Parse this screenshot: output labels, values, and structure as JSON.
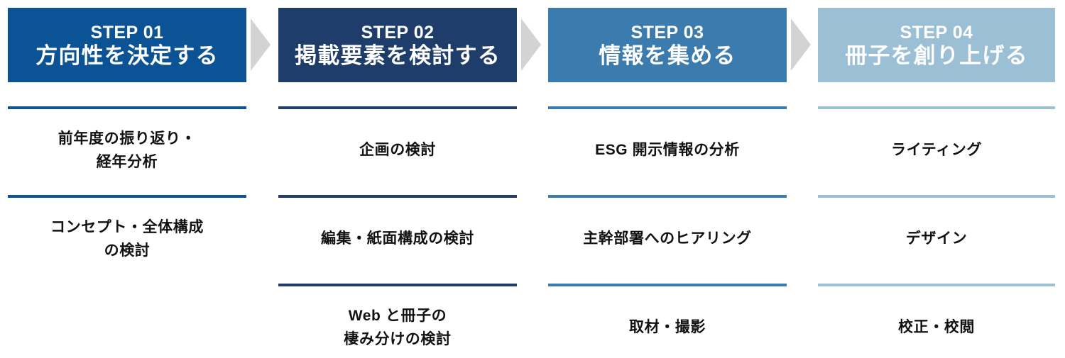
{
  "diagram": {
    "type": "process-steps",
    "columns": [
      {
        "step_number": "STEP 01",
        "step_title": "方向性を決定する",
        "header_color": "#0B5394",
        "rule_color": "#0B5394",
        "items": [
          "前年度の振り返り・\n経年分析",
          "コンセプト・全体構成\nの検討"
        ]
      },
      {
        "step_number": "STEP 02",
        "step_title": "掲載要素を検討する",
        "header_color": "#1E3D6B",
        "rule_color": "#1E3D6B",
        "items": [
          "企画の検討",
          "編集・紙面構成の検討",
          "Web と冊子の\n棲み分けの検討"
        ]
      },
      {
        "step_number": "STEP 03",
        "step_title": "情報を集める",
        "header_color": "#3C7BAE",
        "rule_color": "#3C7BAE",
        "items": [
          "ESG 開示情報の分析",
          "主幹部署へのヒアリング",
          "取材・撮影"
        ]
      },
      {
        "step_number": "STEP 04",
        "step_title": "冊子を創り上げる",
        "header_color": "#9BBFD4",
        "rule_color": "#9BBFD4",
        "items": [
          "ライティング",
          "デザイン",
          "校正・校閲"
        ]
      }
    ],
    "arrows": {
      "icon": "chevron-right-icon",
      "color": "#D3D3D3",
      "count": 3
    }
  }
}
